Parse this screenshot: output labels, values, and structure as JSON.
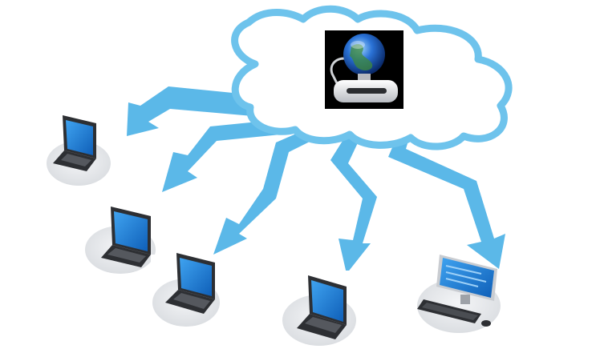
{
  "diagram": {
    "kind": "cloud-network",
    "hub": {
      "icon": "globe-server-icon"
    },
    "connections": [
      {
        "target": "laptop-1"
      },
      {
        "target": "laptop-2"
      },
      {
        "target": "laptop-3"
      },
      {
        "target": "laptop-4"
      },
      {
        "target": "desktop-1"
      }
    ],
    "devices": [
      {
        "id": "laptop-1",
        "icon": "laptop-icon"
      },
      {
        "id": "laptop-2",
        "icon": "laptop-icon"
      },
      {
        "id": "laptop-3",
        "icon": "laptop-icon"
      },
      {
        "id": "laptop-4",
        "icon": "laptop-icon"
      },
      {
        "id": "desktop-1",
        "icon": "desktop-computer-icon"
      }
    ]
  },
  "colors": {
    "cloud_fill": "#ffffff",
    "cloud_outline": "#6ec3ec",
    "arrow": "#5bb8e8",
    "screen": "#1e7fd4",
    "device_body": "#2d2f33",
    "pedestal": "#e7e9ec",
    "server_bg": "#000000"
  }
}
